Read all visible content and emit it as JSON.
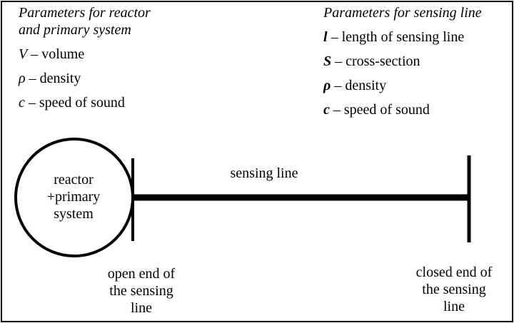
{
  "reactor_params": {
    "heading_line1": "Parameters for reactor",
    "heading_line2": "and primary system",
    "items": [
      {
        "symbol": "V",
        "text": "– volume"
      },
      {
        "symbol": "ρ",
        "text": "– density"
      },
      {
        "symbol": "c",
        "text": "– speed of sound"
      }
    ]
  },
  "sensing_params": {
    "heading": "Parameters for sensing line",
    "items": [
      {
        "symbol": "l",
        "text": "– length of sensing line"
      },
      {
        "symbol": "S",
        "text": "– cross-section"
      },
      {
        "symbol": "ρ",
        "text": "– density"
      },
      {
        "symbol": "c",
        "text": "– speed of sound"
      }
    ]
  },
  "diagram": {
    "reactor_label_line1": "reactor",
    "reactor_label_line2": "+primary",
    "reactor_label_line3": "system",
    "sensing_line_label": "sensing line",
    "open_end_line1": "open end of",
    "open_end_line2": "the sensing",
    "open_end_line3": "line",
    "closed_end_line1": "closed end of",
    "closed_end_line2": "the sensing",
    "closed_end_line3": "line"
  }
}
